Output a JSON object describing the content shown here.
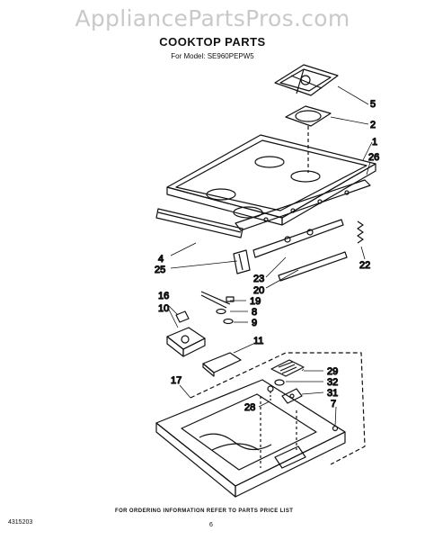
{
  "watermark": "AppliancePartsPros.com",
  "title": "COOKTOP PARTS",
  "model": "For Model: SE960PEPW5",
  "callouts": {
    "c1": "1",
    "c2": "2",
    "c4": "4",
    "c5": "5",
    "c7": "7",
    "c8": "8",
    "c9": "9",
    "c10": "10",
    "c11": "11",
    "c16": "16",
    "c17": "17",
    "c19": "19",
    "c20": "20",
    "c22": "22",
    "c23": "23",
    "c25": "25",
    "c26": "26",
    "c28": "28",
    "c29": "29",
    "c31": "31",
    "c32": "32"
  },
  "footer": {
    "note": "FOR ORDERING INFORMATION REFER TO PARTS PRICE LIST",
    "part_number": "4315203",
    "page": "6"
  }
}
